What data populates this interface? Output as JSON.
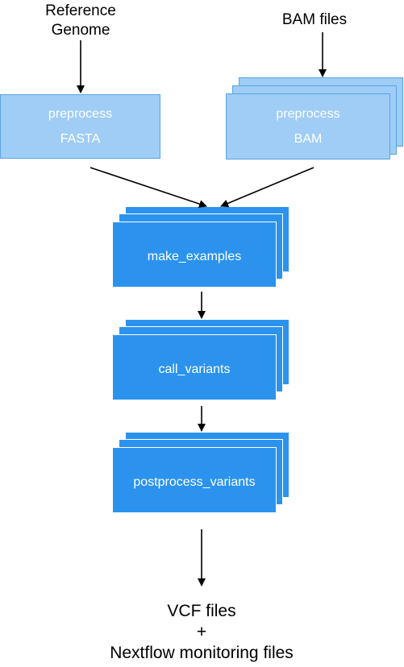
{
  "inputs": {
    "reference_line1": "Reference",
    "reference_line2": "Genome",
    "bam": "BAM files"
  },
  "nodes": {
    "preprocess_fasta": {
      "line1": "preprocess",
      "line2": "FASTA"
    },
    "preprocess_bam": {
      "line1": "preprocess",
      "line2": "BAM"
    },
    "make_examples": "make_examples",
    "call_variants": "call_variants",
    "postprocess_variants": "postprocess_variants"
  },
  "outputs": {
    "line1": "VCF files",
    "line2": "+",
    "line3": "Nextflow monitoring files"
  },
  "colors": {
    "light_node": "#9fcdf5",
    "dark_node": "#2b93ee"
  }
}
